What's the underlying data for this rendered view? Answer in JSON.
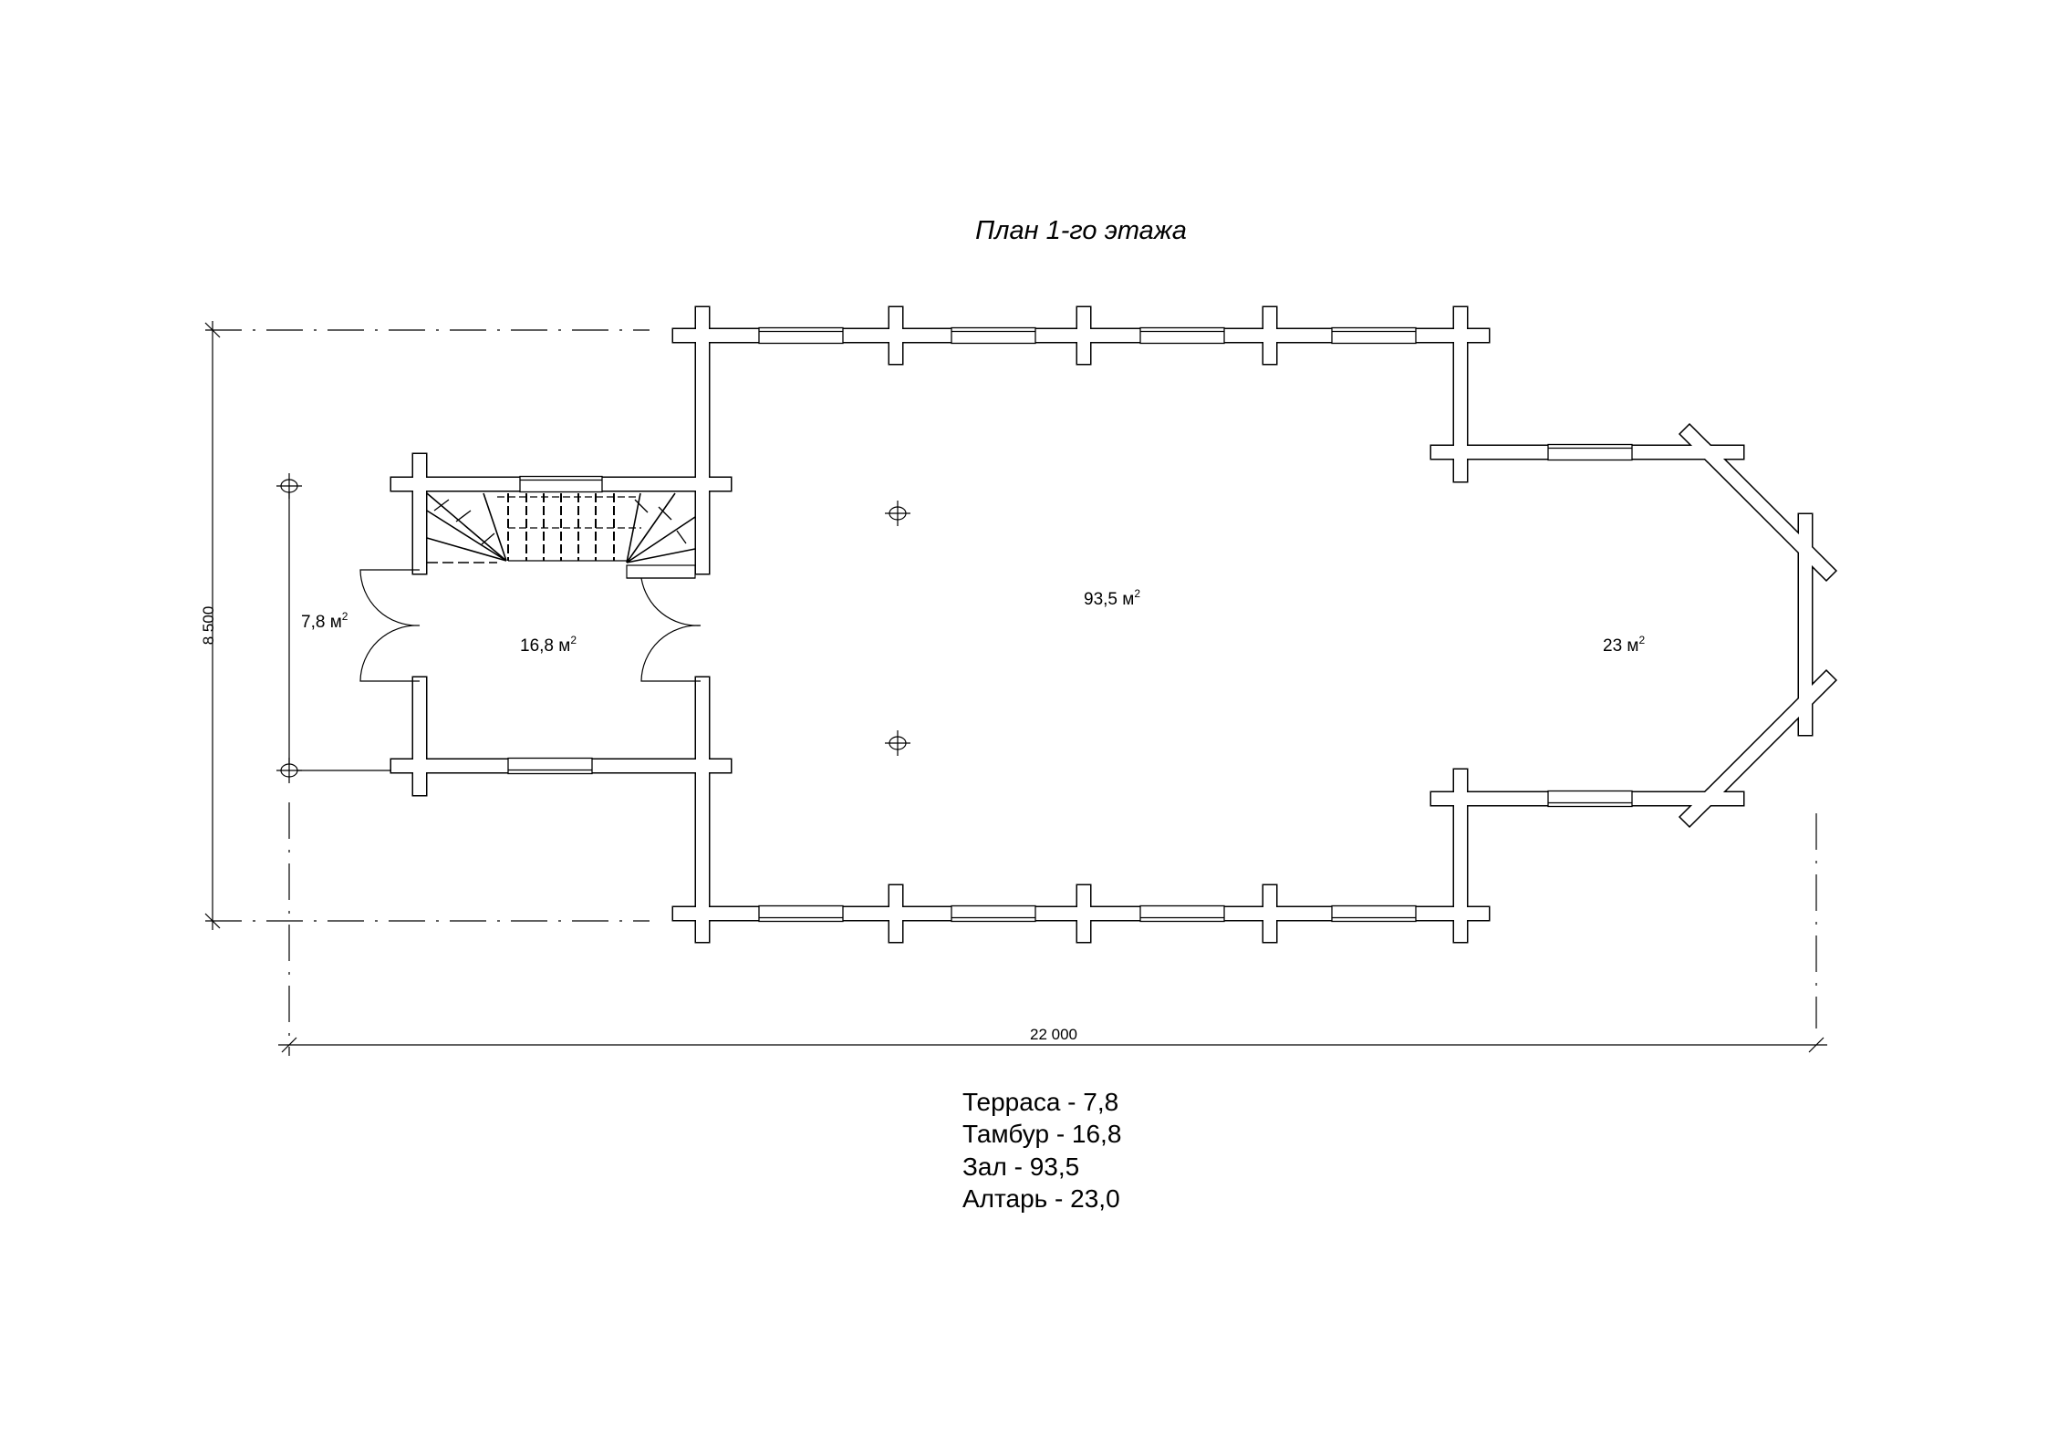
{
  "title": "План 1-го этажа",
  "dimensions": {
    "height_label": "8 500",
    "width_label": "22 000"
  },
  "room_labels": {
    "terrace": {
      "value": "7,8 м",
      "sup": "2"
    },
    "tambour": {
      "value": "16,8 м",
      "sup": "2"
    },
    "hall": {
      "value": "93,5 м",
      "sup": "2"
    },
    "altar": {
      "value": "23 м",
      "sup": "2"
    }
  },
  "summary": [
    "Терраса - 7,8",
    "Тамбур - 16,8",
    "Зал - 93,5",
    "Алтарь - 23,0"
  ],
  "colors": {
    "line": "#000000",
    "background": "#ffffff"
  }
}
